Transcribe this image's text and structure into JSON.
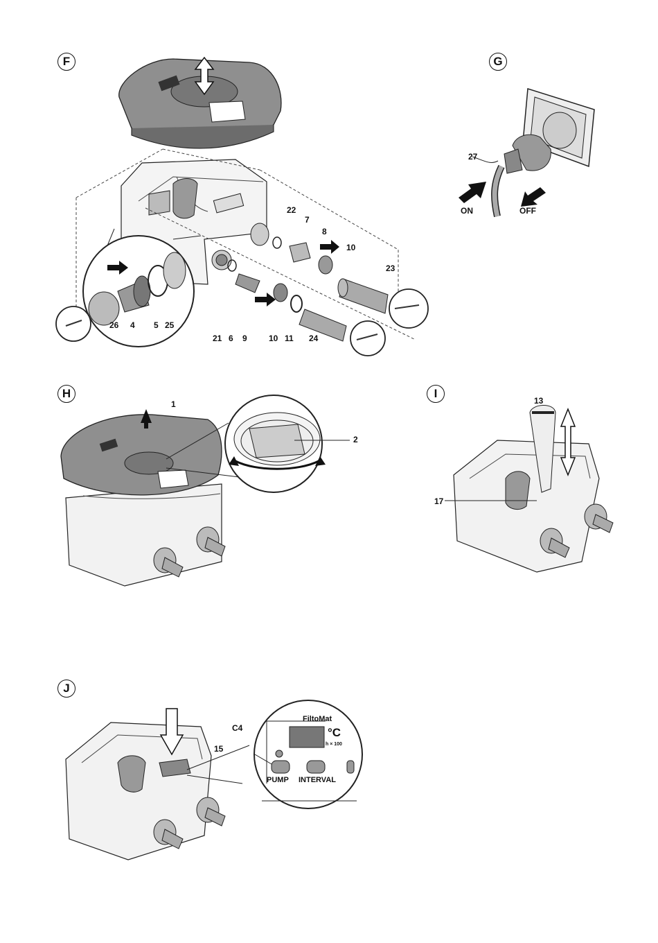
{
  "panels": {
    "F": {
      "label": "F",
      "numbers": {
        "n22": "22",
        "n7": "7",
        "n8": "8",
        "n10a": "10",
        "n23": "23",
        "n26": "26",
        "n4": "4",
        "n5": "5",
        "n25": "25",
        "n21": "21",
        "n6": "6",
        "n9": "9",
        "n10b": "10",
        "n11": "11",
        "n24": "24"
      }
    },
    "G": {
      "label": "G",
      "numbers": {
        "n27": "27"
      },
      "on": "ON",
      "off": "OFF"
    },
    "H": {
      "label": "H",
      "numbers": {
        "n1": "1",
        "n2": "2"
      }
    },
    "I": {
      "label": "I",
      "numbers": {
        "n13": "13",
        "n17": "17"
      }
    },
    "J": {
      "label": "J",
      "numbers": {
        "c4": "C4",
        "n15": "15"
      },
      "display": {
        "brand": "FiltoMat",
        "unit": "°C",
        "hours": "h × 100",
        "pump": "PUMP",
        "interval": "INTERVAL"
      }
    }
  }
}
